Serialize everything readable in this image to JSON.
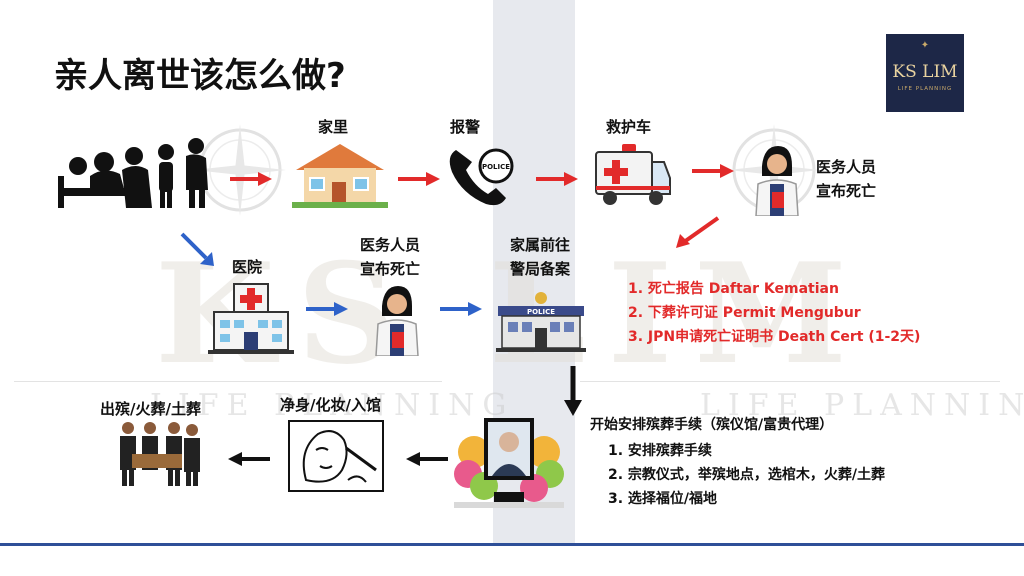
{
  "title": "亲人离世该怎么做?",
  "logo": {
    "name": "KS LIM",
    "tagline": "LIFE PLANNING"
  },
  "watermark": {
    "big": "KS LIM",
    "small": "LIFE PLANNING"
  },
  "steps": {
    "home": "家里",
    "police_call": "报警",
    "ambulance": "救护车",
    "medic_top_line1": "医务人员",
    "medic_top_line2": "宣布死亡",
    "hospital": "医院",
    "medic_mid_line1": "医务人员",
    "medic_mid_line2": "宣布死亡",
    "family_line1": "家属前往",
    "family_line2": "警局备案",
    "burial": "出殡/火葬/土葬",
    "makeup": "净身/化妆/入馆"
  },
  "documents": [
    "1. 死亡报告 Daftar Kematian",
    "2. 下葬许可证 Permit Mengubur",
    "3. JPN申请死亡证明书 Death Cert (1-2天)"
  ],
  "funeral": {
    "heading": "开始安排殡葬手续（殡仪馆/富贵代理）",
    "items": [
      "1. 安排殡葬手续",
      "2. 宗教仪式，举殡地点，选棺木，火葬/土葬",
      "3. 选择福位/福地"
    ]
  },
  "police_sign": "POLICE",
  "colors": {
    "accent_red": "#e22a2a",
    "arrow_blue": "#2e62c9",
    "logo_bg": "#1d2747",
    "rule_blue": "#2e4f98"
  }
}
